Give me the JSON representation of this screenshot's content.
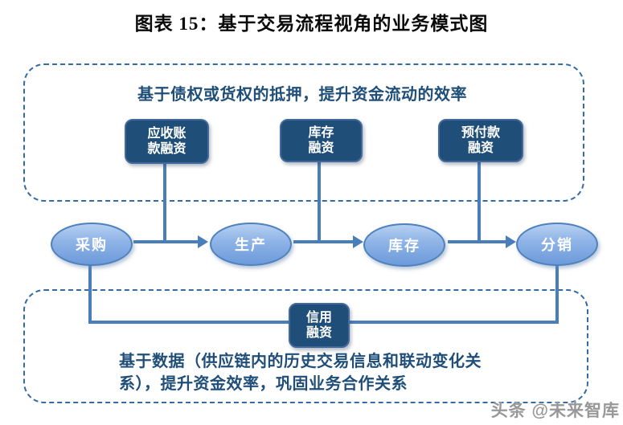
{
  "figure": {
    "title": "图表 15：基于交易流程视角的业务模式图"
  },
  "top_section": {
    "caption": "基于债权或货权的抵押，提升资金流动的效率",
    "finance_boxes": [
      {
        "label": "应收账\n款融资"
      },
      {
        "label": "库存\n融资"
      },
      {
        "label": "预付款\n融资"
      }
    ]
  },
  "process_flow": {
    "nodes": [
      "采购",
      "生产",
      "库存",
      "分销"
    ]
  },
  "bottom_section": {
    "credit_box_label": "信用\n融资",
    "caption": "基于数据（供应链内的历史交易信息和联动变化关\n系），提升资金效率，巩固业务合作关系"
  },
  "watermark": "头条 @未来智库",
  "colors": {
    "navy_box_fill": "#1F4E79",
    "navy_box_border": "#44699C",
    "connector_line": "#4A7EBB",
    "dashed_border": "#356BA5",
    "caption_text": "#1F4E79",
    "ellipse_gradient_top": "#B6D0F2",
    "ellipse_gradient_bottom": "#6C9ADA",
    "ellipse_border": "#4F81BD",
    "title_text": "#0A0A0A",
    "watermark_text": "#989898"
  }
}
